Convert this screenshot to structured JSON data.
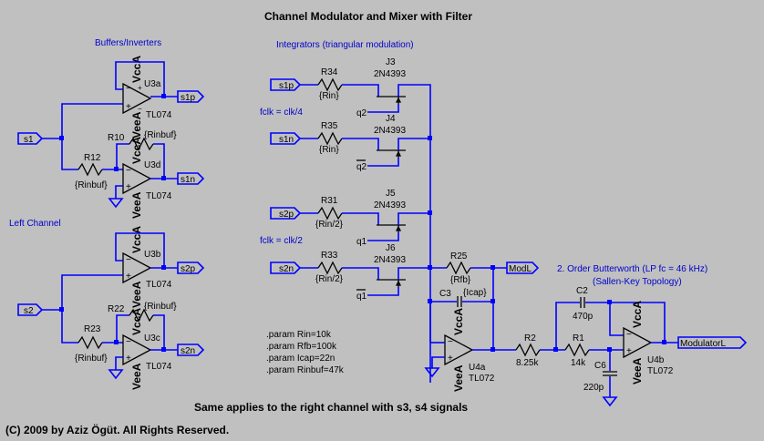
{
  "title": "Channel Modulator and Mixer with Filter",
  "sections": {
    "buffers": "Buffers/Inverters",
    "left_channel": "Left Channel",
    "integrators": "Integrators (triangular modulation)",
    "filter_title": "2. Order Butterworth (LP fc = 46 kHz)",
    "filter_subtitle": "(Sallen-Key Topology)"
  },
  "clock_notes": {
    "fclk1": "fclk = clk/4",
    "fclk2": "fclk = clk/2"
  },
  "power": {
    "vcc": "VccA",
    "vee": "VeeA"
  },
  "opamps": [
    {
      "ref": "U3a",
      "model": "TL074"
    },
    {
      "ref": "U3d",
      "model": "TL074"
    },
    {
      "ref": "U3b",
      "model": "TL074"
    },
    {
      "ref": "U3c",
      "model": "TL074"
    },
    {
      "ref": "U4a",
      "model": "TL072"
    },
    {
      "ref": "U4b",
      "model": "TL072"
    }
  ],
  "resistors": {
    "R10": {
      "ref": "R10",
      "value": "{Rinbuf}"
    },
    "R12": {
      "ref": "R12",
      "value": "{Rinbuf}"
    },
    "R22": {
      "ref": "R22",
      "value": "{Rinbuf}"
    },
    "R23": {
      "ref": "R23",
      "value": "{Rinbuf}"
    },
    "R34": {
      "ref": "R34",
      "value": "{Rin}"
    },
    "R35": {
      "ref": "R35",
      "value": "{Rin}"
    },
    "R31": {
      "ref": "R31",
      "value": "{Rin/2}"
    },
    "R33": {
      "ref": "R33",
      "value": "{Rin/2}"
    },
    "R25": {
      "ref": "R25",
      "value": "{Rfb}"
    },
    "R2": {
      "ref": "R2",
      "value": "8.25k"
    },
    "R1": {
      "ref": "R1",
      "value": "14k"
    }
  },
  "capacitors": {
    "C3": {
      "ref": "C3",
      "value": "{Icap}"
    },
    "C2": {
      "ref": "C2",
      "value": "470p"
    },
    "C6": {
      "ref": "C6",
      "value": "220p"
    }
  },
  "jfets": [
    {
      "ref": "J3",
      "model": "2N4393",
      "gate": "q2"
    },
    {
      "ref": "J4",
      "model": "2N4393",
      "gate": "q2"
    },
    {
      "ref": "J5",
      "model": "2N4393",
      "gate": "q1"
    },
    {
      "ref": "J6",
      "model": "2N4393",
      "gate": "q1"
    }
  ],
  "net_labels": {
    "s1": "s1",
    "s2": "s2",
    "s1p": "s1p",
    "s1n": "s1n",
    "s2p": "s2p",
    "s2n": "s2n",
    "modl": "ModL",
    "modulatorl": "ModulatorL"
  },
  "params": [
    ".param Rin=10k",
    ".param Rfb=100k",
    ".param Icap=22n",
    ".param Rinbuf=47k"
  ],
  "footer_note": "Same applies to the right channel with s3, s4 signals",
  "copyright": "(C) 2009 by Aziz Ögüt. All Rights Reserved."
}
